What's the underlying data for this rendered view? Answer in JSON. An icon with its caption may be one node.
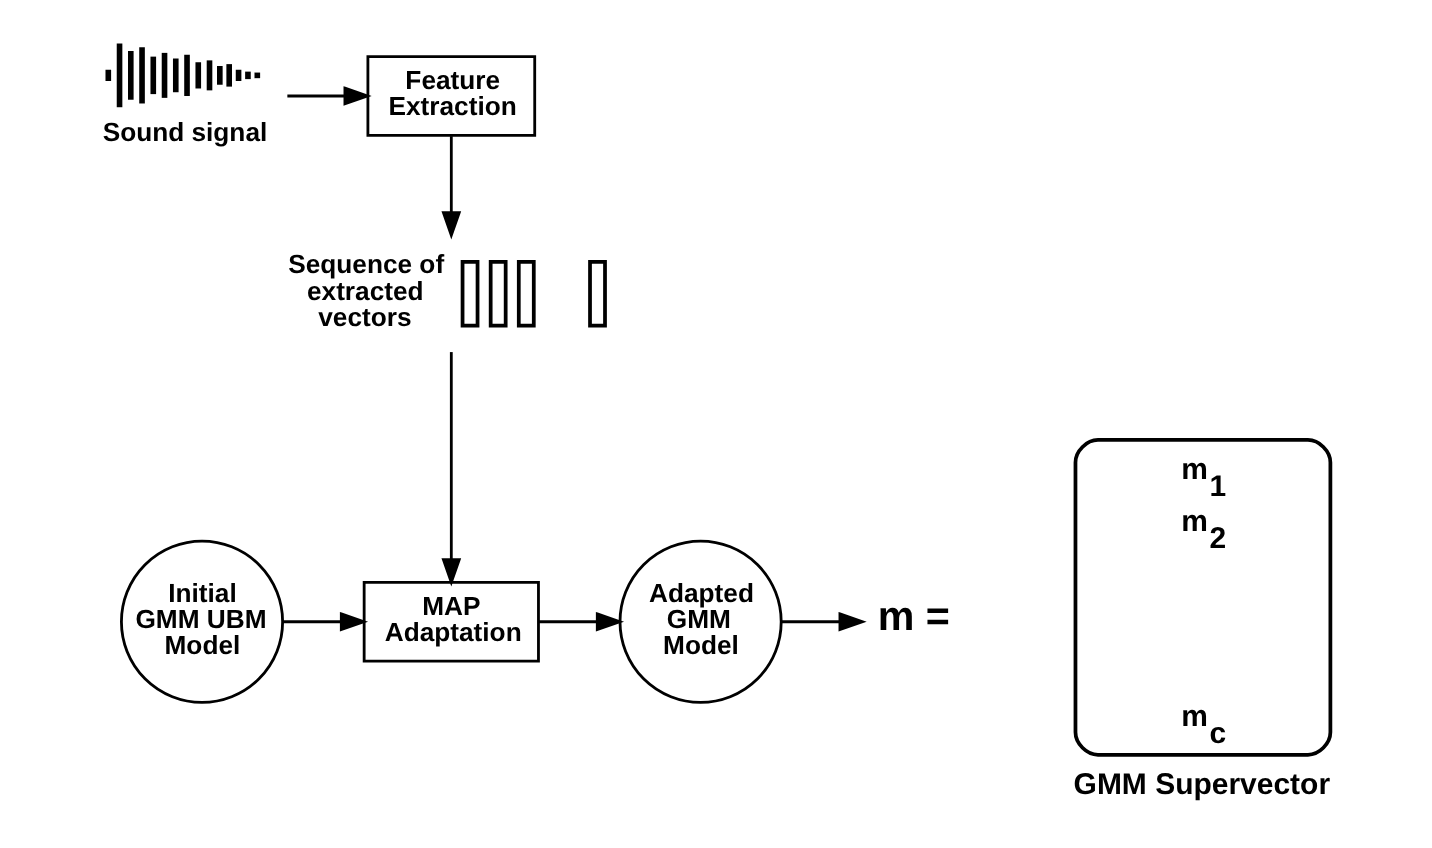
{
  "diagram": {
    "nodes": [
      {
        "text": [],
        "shape": "picture",
        "beside": [
          "Sound signal"
        ]
      },
      {
        "text": [
          "Feature Extraction"
        ]
      },
      {
        "text": [],
        "shape": "bar",
        "beside": [
          "Sequence of extracted vectors"
        ]
      },
      {
        "text": [
          "Initial GMM UBM Model"
        ]
      },
      {
        "text": [
          "MAP Adaptation"
        ]
      },
      {
        "text": [
          "Adapted GMM Model"
        ]
      },
      {
        "text": [
          "m ="
        ]
      },
      {
        "text": [
          "m$_{1}$",
          "m$_{2}$",
          "m$_{c}$"
        ],
        "beside": [
          "GMM Supervector"
        ]
      }
    ],
    "edges": [
      {
        "from": 0,
        "to": 1,
        "arrow": "to"
      },
      {
        "from": 1,
        "to": 2,
        "arrow": "to"
      },
      {
        "from": 2,
        "to": 4,
        "arrow": "to"
      },
      {
        "from": 3,
        "to": 4,
        "arrow": "to"
      },
      {
        "from": 4,
        "to": 5,
        "arrow": "to"
      },
      {
        "from": 5,
        "to": 6,
        "arrow": "to"
      }
    ]
  }
}
